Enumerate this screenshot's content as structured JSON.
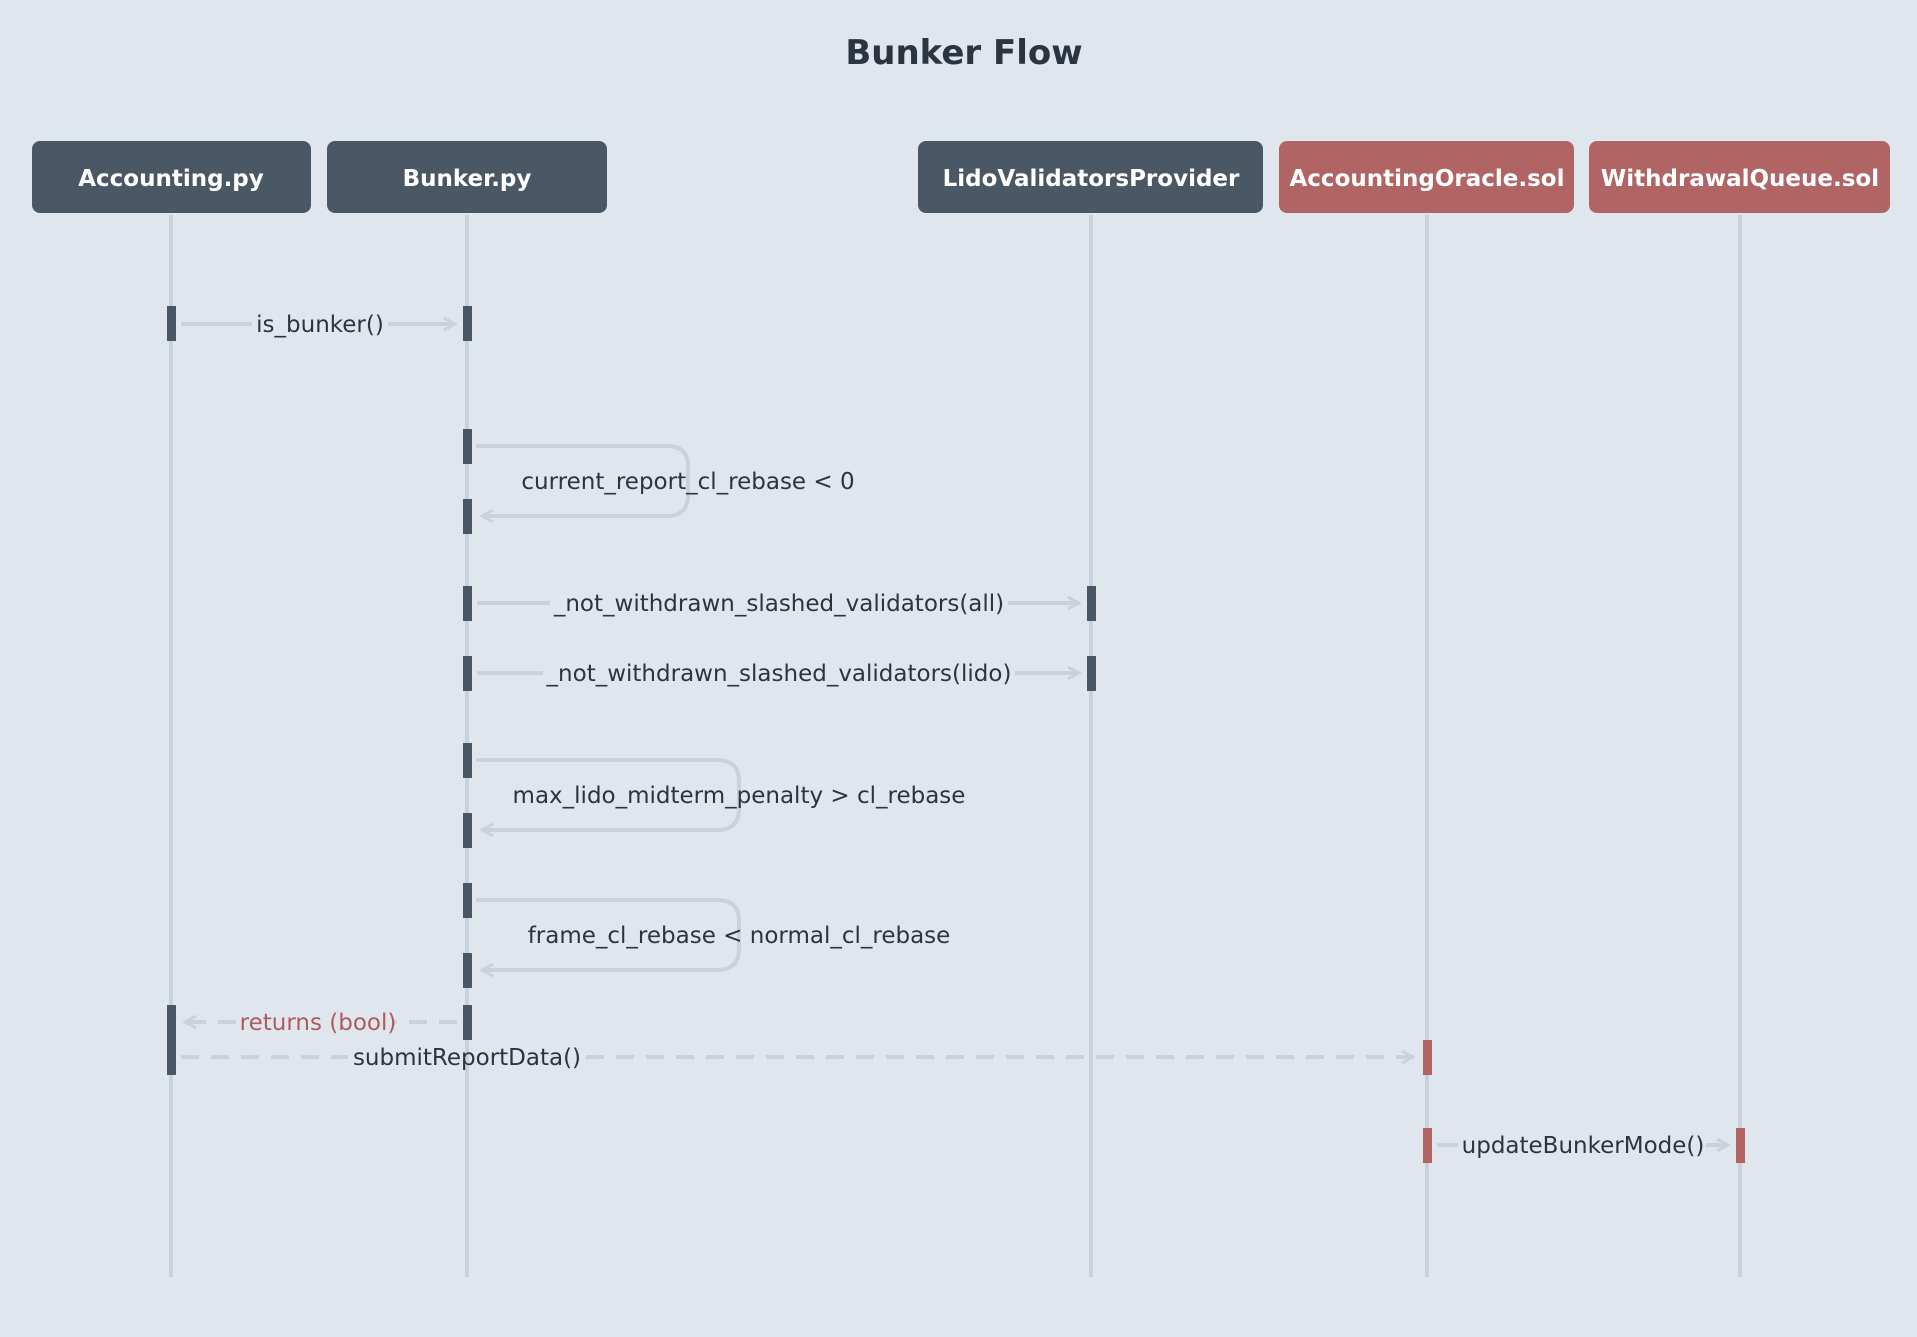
{
  "title": "Bunker Flow",
  "colors": {
    "background": "#e0e6ee",
    "slate": "#4a5866",
    "red": "#b06464",
    "lifeline": "#c9d2dc",
    "arrow": "#c9d2dc",
    "text": "#2b3440",
    "return_text": "#b05a5a"
  },
  "participants": [
    {
      "id": "accounting",
      "label": "Accounting.py",
      "kind": "python"
    },
    {
      "id": "bunker",
      "label": "Bunker.py",
      "kind": "python"
    },
    {
      "id": "provider",
      "label": "LidoValidatorsProvider",
      "kind": "python"
    },
    {
      "id": "oracle",
      "label": "AccountingOracle.sol",
      "kind": "contract"
    },
    {
      "id": "queue",
      "label": "WithdrawalQueue.sol",
      "kind": "contract"
    }
  ],
  "messages": [
    {
      "from": "accounting",
      "to": "bunker",
      "label": "is_bunker()",
      "style": "solid"
    },
    {
      "from": "bunker",
      "to": "bunker",
      "label": "current_report_cl_rebase < 0",
      "style": "self"
    },
    {
      "from": "bunker",
      "to": "provider",
      "label": "_not_withdrawn_slashed_validators(all)",
      "style": "solid"
    },
    {
      "from": "bunker",
      "to": "provider",
      "label": "_not_withdrawn_slashed_validators(lido)",
      "style": "solid"
    },
    {
      "from": "bunker",
      "to": "bunker",
      "label": "max_lido_midterm_penalty > cl_rebase",
      "style": "self"
    },
    {
      "from": "bunker",
      "to": "bunker",
      "label": "frame_cl_rebase < normal_cl_rebase",
      "style": "self"
    },
    {
      "from": "bunker",
      "to": "accounting",
      "label": "returns (bool)",
      "style": "return"
    },
    {
      "from": "accounting",
      "to": "oracle",
      "label": "submitReportData()",
      "style": "dashed"
    },
    {
      "from": "oracle",
      "to": "queue",
      "label": "updateBunkerMode()",
      "style": "solid"
    }
  ]
}
